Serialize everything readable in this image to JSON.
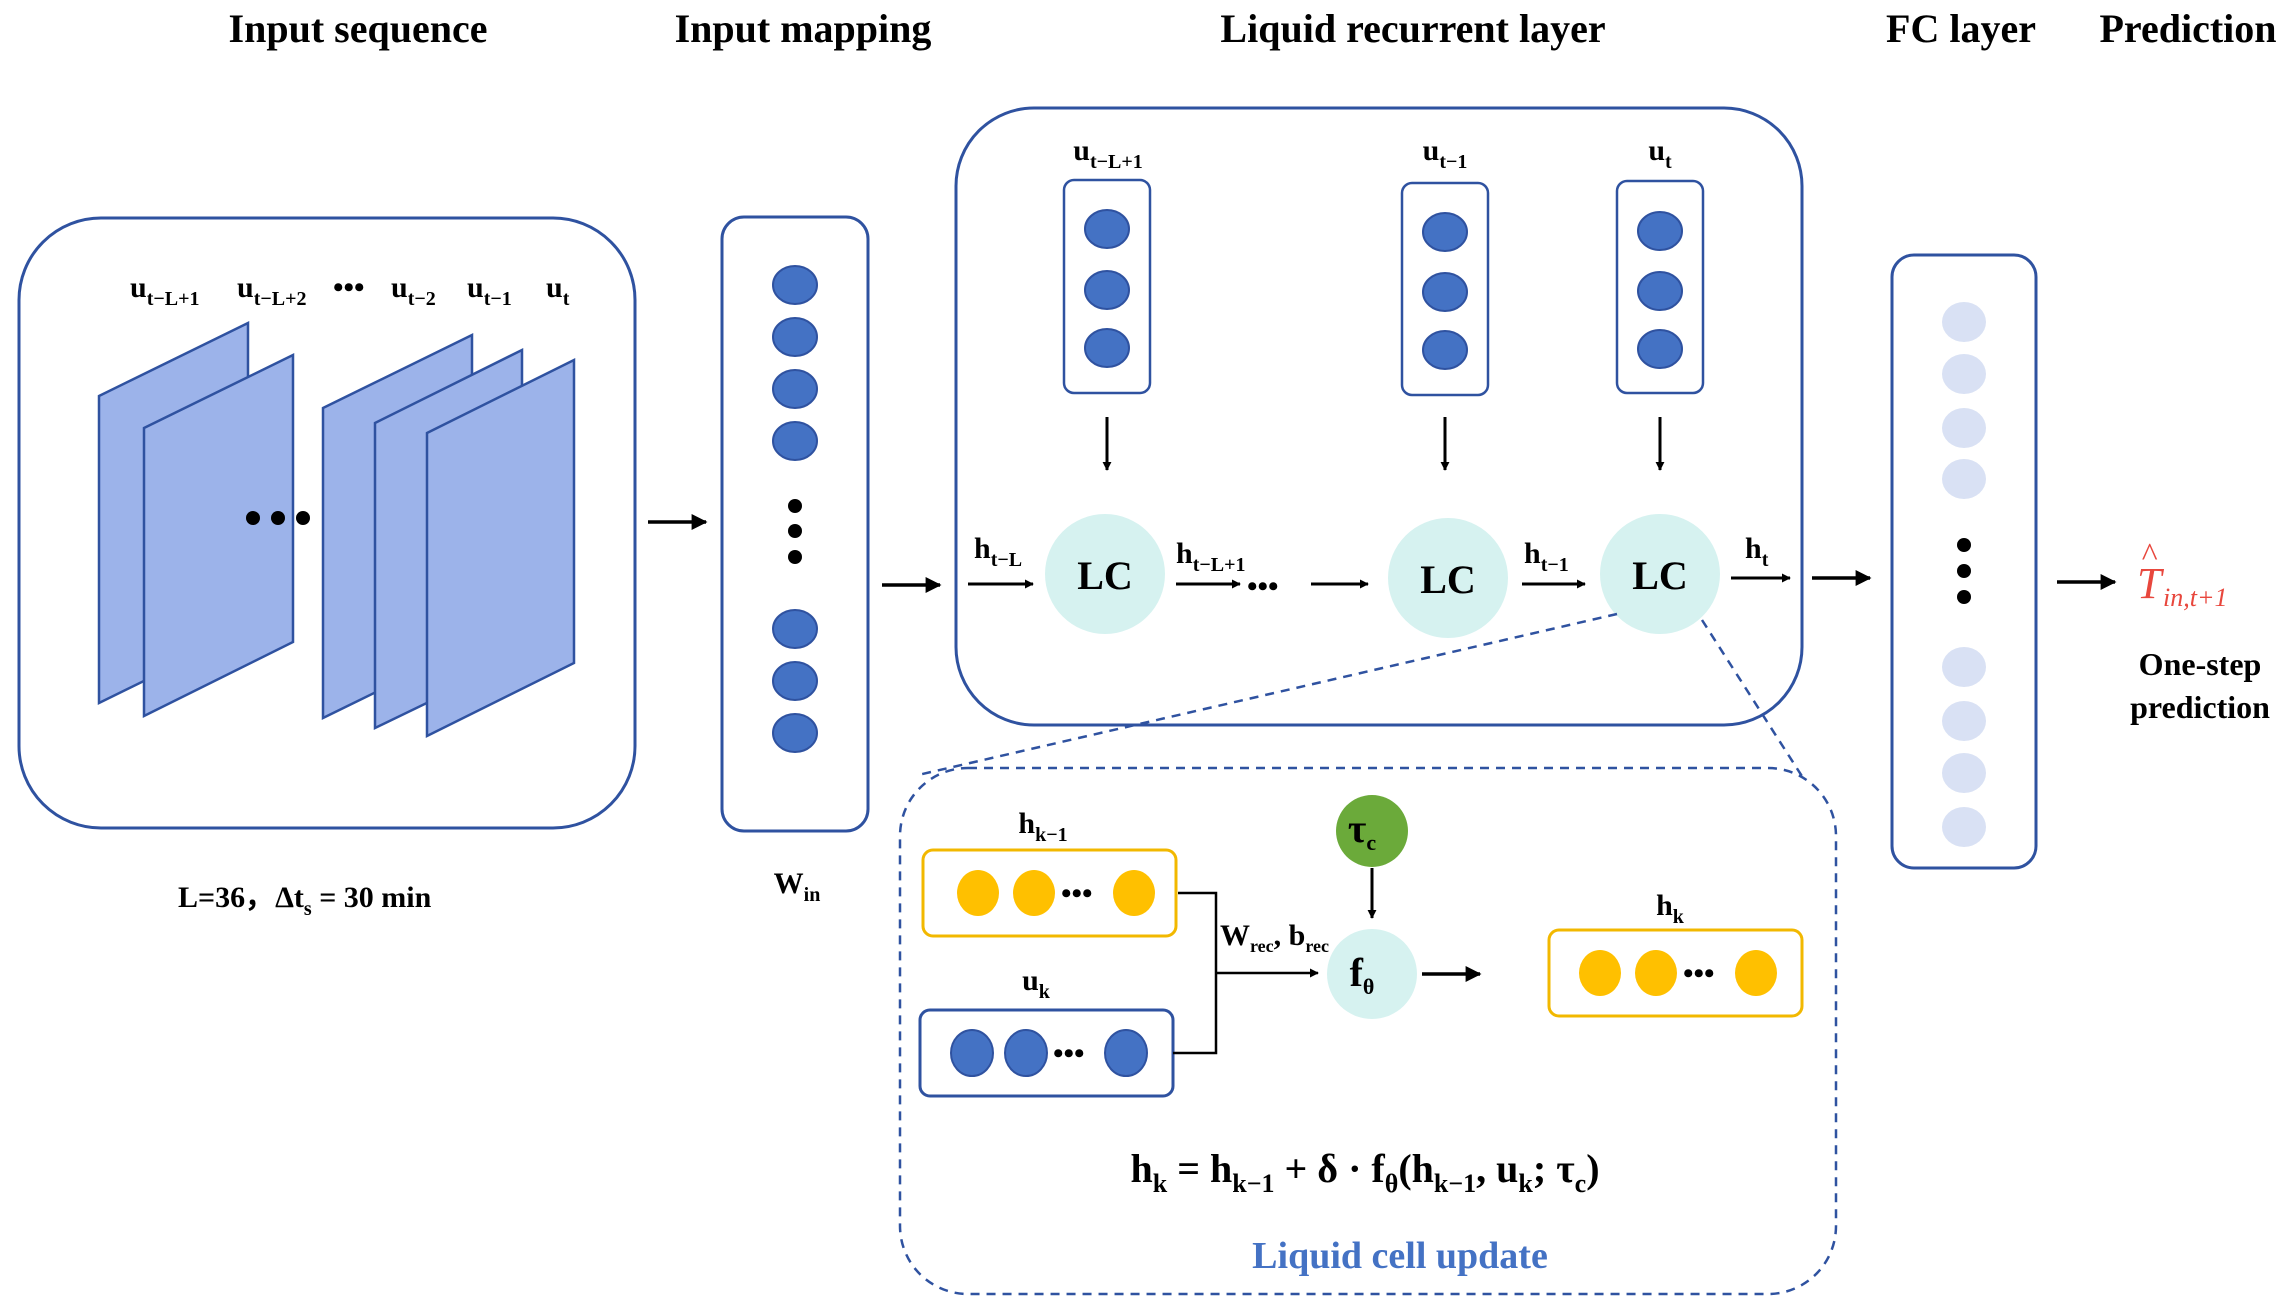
{
  "headings": {
    "input_sequence": "Input sequence",
    "input_mapping": "Input mapping",
    "liquid_recurrent_layer": "Liquid recurrent layer",
    "fc_layer": "FC layer",
    "prediction": "Prediction"
  },
  "input_sequence": {
    "frame_labels": [
      {
        "base": "u",
        "sub": "t−L+1"
      },
      {
        "base": "u",
        "sub": "t−L+2"
      },
      {
        "base": "•••",
        "sub": ""
      },
      {
        "base": "u",
        "sub": "t−2"
      },
      {
        "base": "u",
        "sub": "t−1"
      },
      {
        "base": "u",
        "sub": "t"
      }
    ],
    "caption": {
      "prefix": "L=36，Δt",
      "sub": "s",
      "suffix": " = 30 min"
    }
  },
  "input_mapping": {
    "weight": {
      "base": "W",
      "sub": "in"
    }
  },
  "recurrent": {
    "inputs": [
      {
        "base": "u",
        "sub": "t−L+1"
      },
      {
        "base": "u",
        "sub": "t−1"
      },
      {
        "base": "u",
        "sub": "t"
      }
    ],
    "cell_label": "LC",
    "hidden_labels": [
      {
        "base": "h",
        "sub": "t−L"
      },
      {
        "base": "h",
        "sub": "t−L+1"
      },
      {
        "base": "h",
        "sub": "t−1"
      },
      {
        "base": "h",
        "sub": "t"
      }
    ],
    "ellipsis": "•••"
  },
  "prediction": {
    "target": {
      "base": "T",
      "hat": "^",
      "sub": "in,t+1"
    },
    "caption_line1": "One-step",
    "caption_line2": "prediction"
  },
  "liquid_cell": {
    "title": "Liquid cell update",
    "prev_hidden": {
      "base": "h",
      "sub": "k−1"
    },
    "input": {
      "base": "u",
      "sub": "k"
    },
    "weights": {
      "w": "W",
      "w_sub": "rec",
      "b": ", b",
      "b_sub": "rec"
    },
    "tau": {
      "base": "τ",
      "sub": "c"
    },
    "func": {
      "base": "f",
      "sub": "θ"
    },
    "output": {
      "base": "h",
      "sub": "k"
    },
    "ellipsis": "•••",
    "equation": [
      {
        "t": "h"
      },
      {
        "t": "k",
        "sub": true
      },
      {
        "t": " = h"
      },
      {
        "t": "k−1",
        "sub": true
      },
      {
        "t": " + δ · f"
      },
      {
        "t": "θ",
        "sub": true
      },
      {
        "t": "(h"
      },
      {
        "t": "k−1",
        "sub": true
      },
      {
        "t": ", u"
      },
      {
        "t": "k",
        "sub": true
      },
      {
        "t": "; τ"
      },
      {
        "t": "c",
        "sub": true
      },
      {
        "t": ")"
      }
    ]
  },
  "colors": {
    "box_stroke": "#2F52A0",
    "node_blue": "#4472C4",
    "frame_fill": "#9CB3EA",
    "lc_fill": "#D6F2F0",
    "node_yellow": "#FFC000",
    "yellow_stroke": "#F2B800",
    "fc_node": "#D9E1F4",
    "tau_green": "#6BAA3A",
    "title_blue": "#4472C4",
    "target_red": "#E8473D"
  }
}
